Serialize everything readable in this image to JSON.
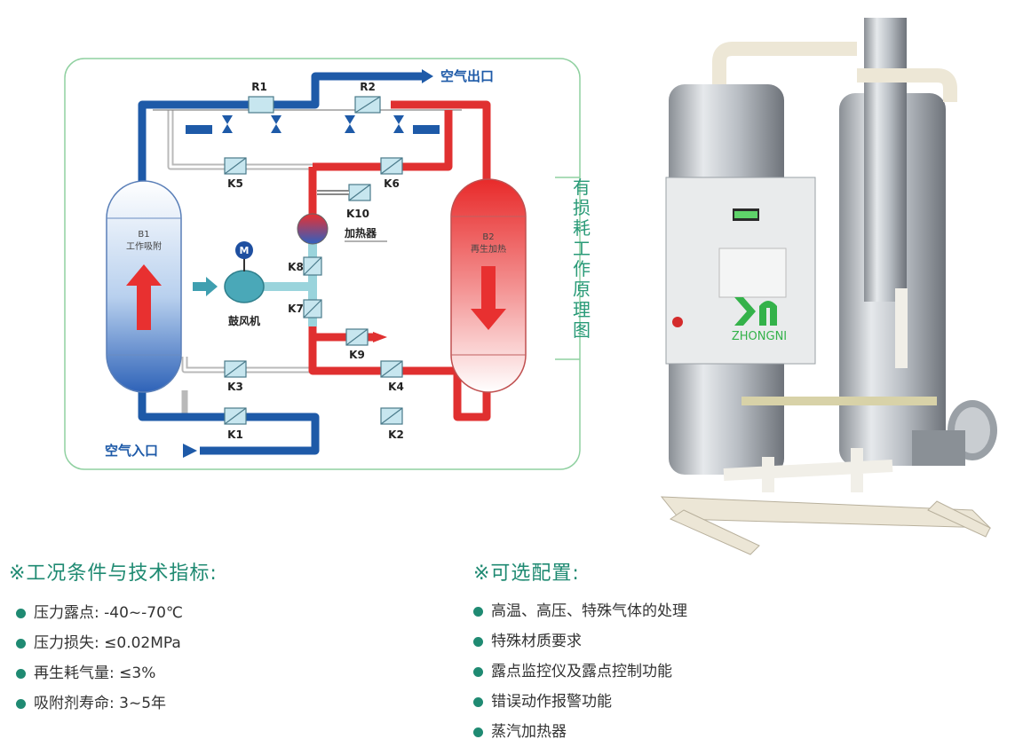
{
  "diagram": {
    "side_title": [
      "有",
      "损",
      "耗",
      "工",
      "作",
      "原",
      "理",
      "图"
    ],
    "air_out": "空气出口",
    "air_in": "空气入口",
    "tank_b1": {
      "name": "B1",
      "label": "工作吸附"
    },
    "tank_b2": {
      "name": "B2",
      "label": "再生加热"
    },
    "blower": "鼓风机",
    "motor": "M",
    "heater": "加热器",
    "valves": {
      "r1": "R1",
      "r2": "R2",
      "k1": "K1",
      "k2": "K2",
      "k3": "K3",
      "k4": "K4",
      "k5": "K5",
      "k6": "K6",
      "k7": "K7",
      "k8": "K8",
      "k9": "K9",
      "k10": "K10"
    },
    "colors": {
      "cold": "#1e5aa8",
      "hot": "#e03030",
      "frame": "#8fd0a0",
      "title": "#2a9a78"
    }
  },
  "spec_section": {
    "title": "※工况条件与技术指标:",
    "items": [
      "压力露点: -40~-70℃",
      "压力损失: ≤0.02MPa",
      "再生耗气量: ≤3%",
      "吸附剂寿命: 3~5年"
    ]
  },
  "options_section": {
    "title": "※可选配置:",
    "items": [
      "高温、高压、特殊气体的处理",
      "特殊材质要求",
      "露点监控仪及露点控制功能",
      "错误动作报警功能",
      "蒸汽加热器"
    ]
  },
  "machine": {
    "logo_text": "ZHONGNI"
  }
}
